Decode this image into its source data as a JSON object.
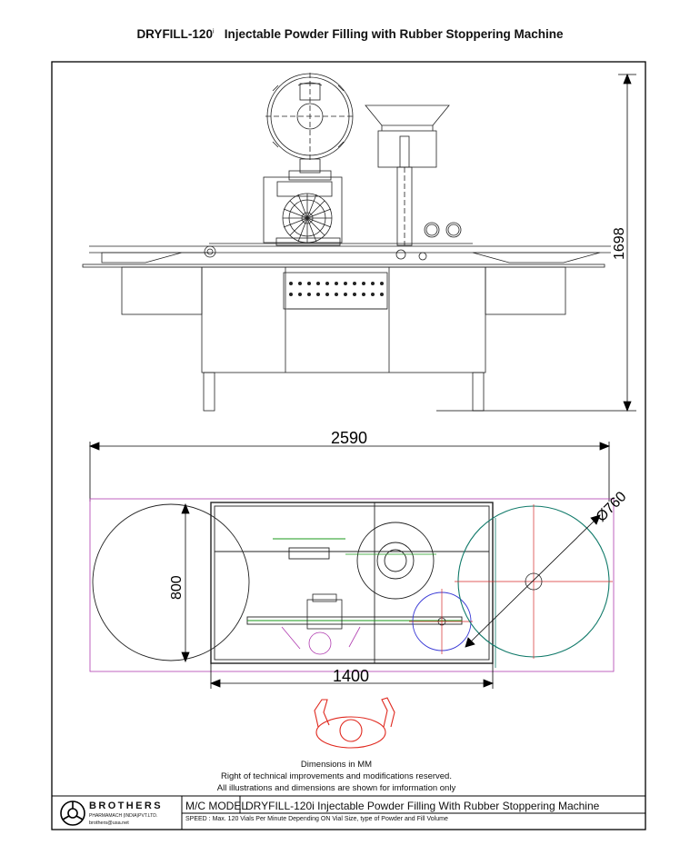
{
  "title": {
    "model": "DRYFILL-120",
    "superscript": "i",
    "description": "Injectable Powder Filling with Rubber Stoppering Machine"
  },
  "dimensions": {
    "height": "1698",
    "total_length": "2590",
    "turntable_diameter": "Ø760",
    "width": "800",
    "table_length": "1400"
  },
  "notes": [
    "Dimensions in MM",
    "Right of technical improvements and modifications reserved.",
    "All illustrations and dimensions are shown for imformation only"
  ],
  "title_block": {
    "brand": "BROTHERS",
    "company": "PHARMAMACH (INDIA)PVT.LTD.",
    "email": "brothers@usa.net",
    "model_label": "M/C MODEL",
    "model_value": "DRYFILL-120i Injectable Powder Filling With Rubber Stoppering Machine",
    "speed": "SPEED : Max. 120 Vials Per Minute Depending ON Vial Size, type of Powder and Fill Volume"
  }
}
